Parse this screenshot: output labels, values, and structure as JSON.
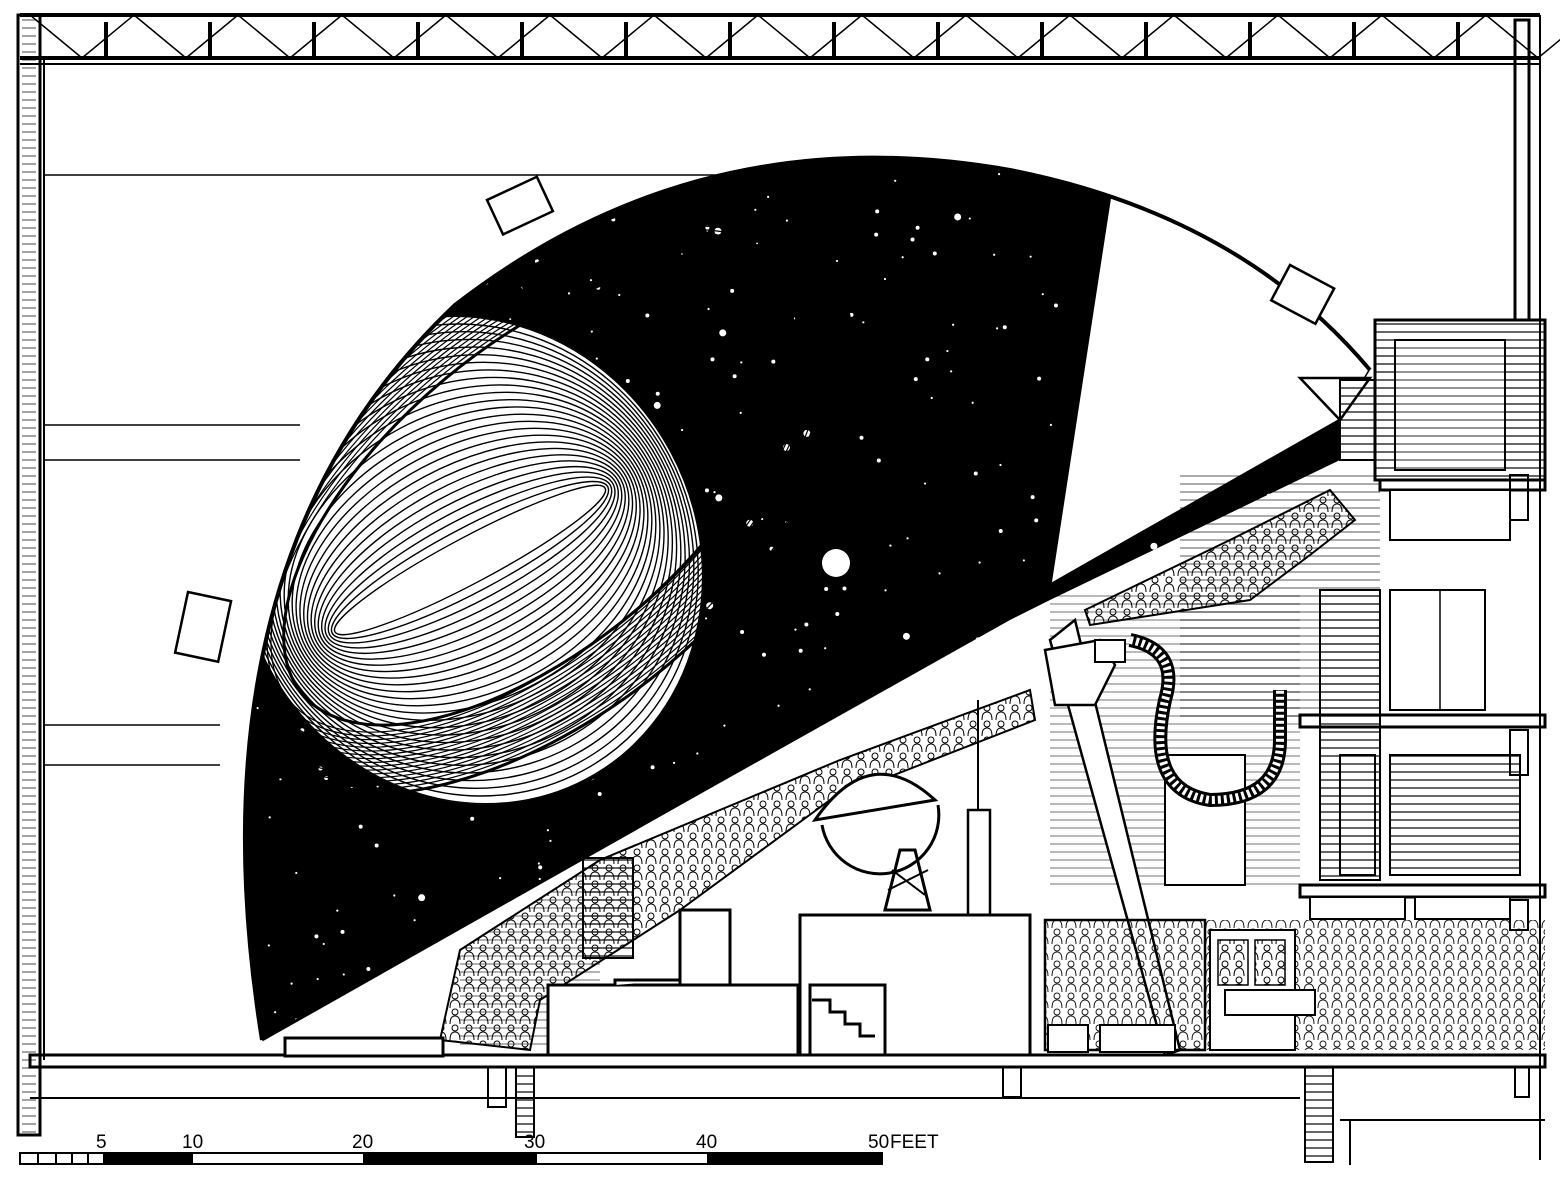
{
  "figure": {
    "subject": "Planetarium dome theater section",
    "dome_projection": "Saturn with rings against starfield"
  },
  "scale_bar": {
    "ticks": [
      "5",
      "10",
      "20",
      "30",
      "40",
      "50"
    ],
    "unit": "FEET"
  },
  "colors": {
    "ink": "#000000",
    "paper": "#ffffff",
    "shade": "#8a8a8a"
  }
}
